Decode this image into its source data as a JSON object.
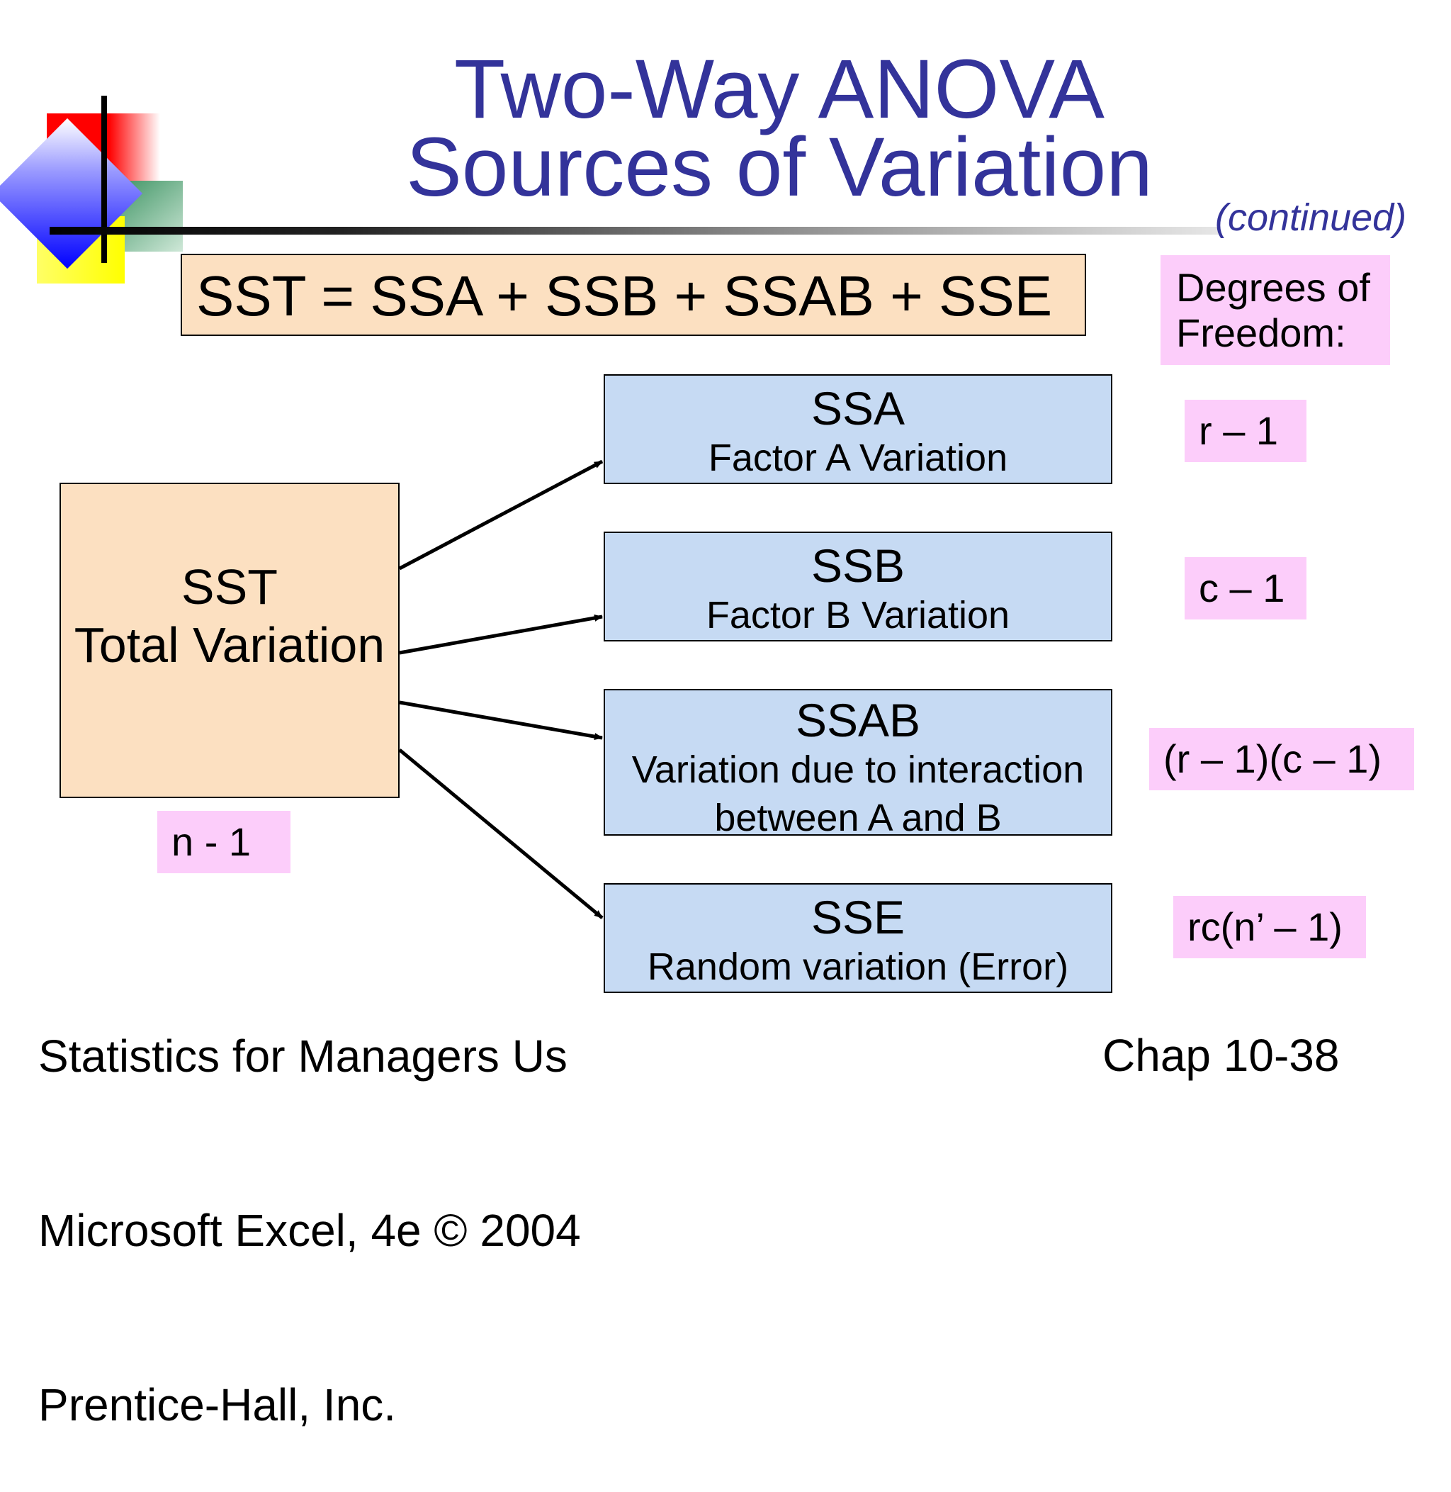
{
  "title": {
    "line1": "Two-Way ANOVA",
    "line2": "Sources of Variation",
    "continued": "(continued)"
  },
  "equation": "SST = SSA + SSB + SSAB + SSE",
  "degrees_of_freedom": {
    "heading_line1": "Degrees of",
    "heading_line2": "Freedom:",
    "ssa": "r – 1",
    "ssb": "c – 1",
    "ssab": "(r – 1)(c – 1)",
    "sse": "rc(n’ – 1)",
    "sst": "n - 1"
  },
  "sst_box": {
    "code": "SST",
    "label": "Total Variation"
  },
  "components": {
    "ssa": {
      "code": "SSA",
      "label": "Factor A Variation"
    },
    "ssb": {
      "code": "SSB",
      "label": "Factor B Variation"
    },
    "ssab": {
      "code": "SSAB",
      "label_line1": "Variation due to interaction",
      "label_line2": "between A and B"
    },
    "sse": {
      "code": "SSE",
      "label": "Random variation (Error)"
    }
  },
  "footer": {
    "left_line1": "Statistics for Managers Us",
    "left_line2": "Microsoft Excel, 4e © 2004",
    "left_line3": "Prentice-Hall, Inc.",
    "right": "Chap 10-38"
  },
  "colors": {
    "title": "#33339a",
    "peach": "#fce0c1",
    "blue": "#c6daf3",
    "pink": "#fccdfa"
  }
}
